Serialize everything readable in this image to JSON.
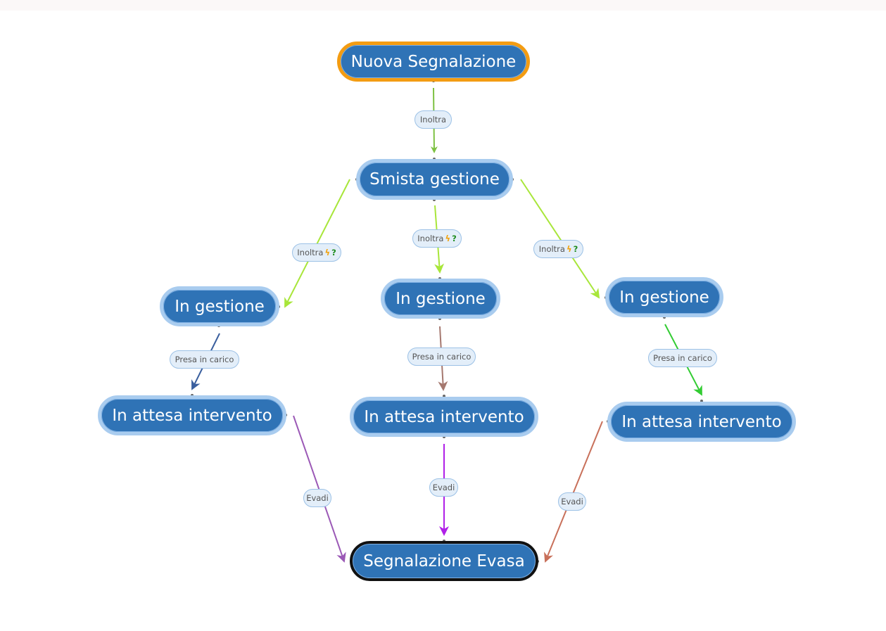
{
  "nodes": {
    "nuova": "Nuova Segnalazione",
    "smista": "Smista gestione",
    "gestione_left": "In gestione",
    "gestione_mid": "In gestione",
    "gestione_right": "In gestione",
    "attesa_left": "In attesa intervento",
    "attesa_mid": "In attesa intervento",
    "attesa_right": "In attesa intervento",
    "evasa": "Segnalazione Evasa"
  },
  "edges": {
    "inoltra_top": "Inoltra",
    "inoltra_left": "Inoltra",
    "inoltra_mid": "Inoltra",
    "inoltra_right": "Inoltra",
    "presa_left": "Presa in carico",
    "presa_mid": "Presa in carico",
    "presa_right": "Presa in carico",
    "evadi_left": "Evadi",
    "evadi_mid": "Evadi",
    "evadi_right": "Evadi"
  },
  "icons": {
    "bolt": "lightning-icon",
    "question": "question-icon"
  },
  "colors": {
    "node_fill": "#2f73b6",
    "node_border": "#a9ccef",
    "start_border": "#f39c12",
    "final_border": "#111111",
    "edge_inoltra_top": "#7dc142",
    "edge_inoltra_branches": "#a8e63a",
    "edge_presa_left": "#3a5f9e",
    "edge_presa_mid": "#a5786f",
    "edge_presa_right": "#33cc33",
    "edge_evadi_left": "#9b59b6",
    "edge_evadi_mid": "#b020e8",
    "edge_evadi_right": "#c8705a"
  }
}
